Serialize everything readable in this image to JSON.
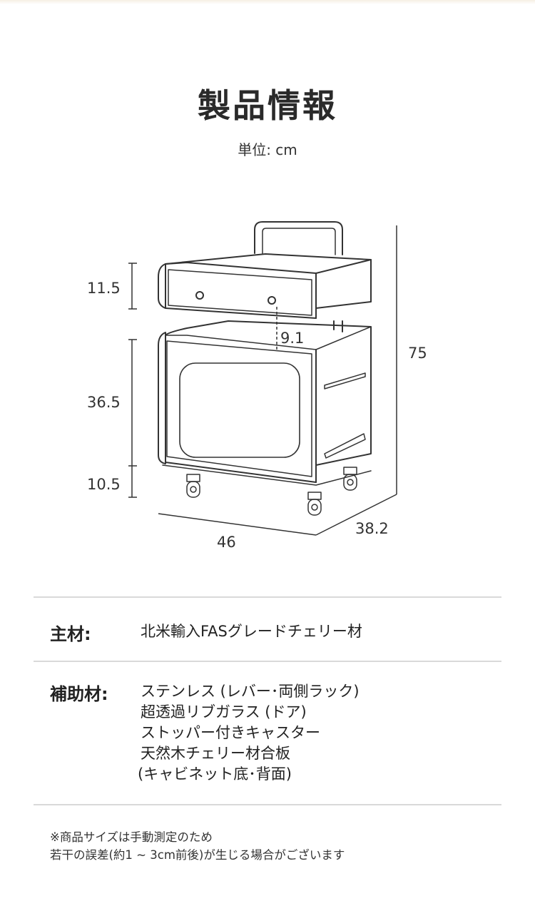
{
  "header": {
    "title": "製品情報",
    "unit": "単位: cm"
  },
  "dimensions": {
    "drawer_height": "11.5",
    "gap_height": "9.1",
    "cabinet_height": "36.5",
    "base_height": "10.5",
    "total_height": "75",
    "width": "46",
    "depth": "38.2"
  },
  "specs": {
    "main_material": {
      "label": "主材:",
      "value": "北米輸入FASグレードチェリー材"
    },
    "sub_material": {
      "label": "補助材:",
      "lines": [
        "ステンレス (レバー･両側ラック)",
        "超透過リブガラス (ドア)",
        "ストッパー付きキャスター",
        "天然木チェリー材合板",
        "(キャビネット底･背面)"
      ]
    }
  },
  "note": {
    "line1": "※商品サイズは手動測定のため",
    "line2": "若干の誤差(約1 ~ 3cm前後)が生じる場合がございます"
  }
}
